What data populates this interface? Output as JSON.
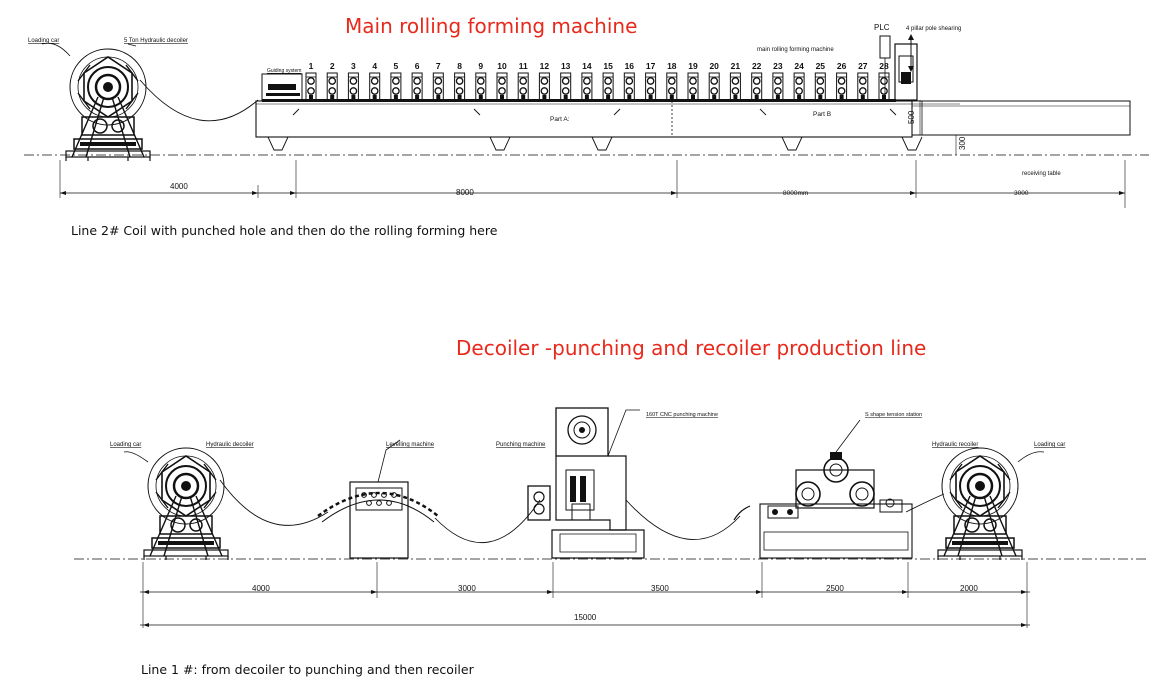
{
  "top": {
    "title": "Main rolling forming machine",
    "caption": "Line 2#  Coil with punched hole and then do the rolling forming here",
    "labels": {
      "loading_car": "Loading car",
      "decoiler": "5 Ton Hydraulic decoiler",
      "guiding": "Guiding system",
      "plc": "PLC",
      "shearing": "4 pillar pole shearing",
      "main_machine": "main rolling forming machine",
      "part_a": "Part A:",
      "part_b": "Part B",
      "receiving": "receiving table"
    },
    "stations": [
      "1",
      "2",
      "3",
      "4",
      "5",
      "6",
      "7",
      "8",
      "9",
      "10",
      "11",
      "12",
      "13",
      "14",
      "15",
      "16",
      "17",
      "18",
      "19",
      "20",
      "21",
      "22",
      "23",
      "24",
      "25",
      "26",
      "27",
      "28"
    ],
    "dims": {
      "d1": "4000",
      "d2": "8000",
      "d3": "8000mm",
      "d4": "3000",
      "h1": "500",
      "h2": "300"
    }
  },
  "bottom": {
    "title": "Decoiler -punching and recoiler production line",
    "caption": "Line 1 #:  from decoiler to punching and then recoiler",
    "labels": {
      "loading_car_left": "Loading car",
      "decoiler": "Hydraulic decoiler",
      "leveling": "Levelling machine",
      "punching": "Punching machine",
      "cnc": "160T CNC punching machine",
      "tension": "S shape tension station",
      "recoiler": "Hydraulic recoiler",
      "loading_car_right": "Loading car"
    },
    "dims": {
      "d1": "4000",
      "d2": "3000",
      "d3": "3500",
      "d4": "2500",
      "d5": "2000",
      "total": "15000"
    }
  },
  "colors": {
    "title": "#e8291c",
    "lines": "#111111"
  }
}
